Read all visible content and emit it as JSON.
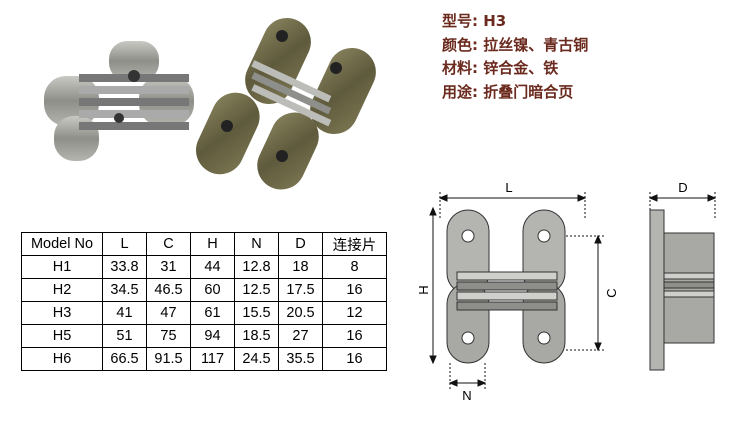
{
  "specs": {
    "model": "型号: H3",
    "color": "颜色: 拉丝镍、青古铜",
    "material": "材料: 锌合金、铁",
    "usage": "用途: 折叠门暗合页"
  },
  "table": {
    "headers": [
      "Model No",
      "L",
      "C",
      "H",
      "N",
      "D",
      "连接片"
    ],
    "rows": [
      [
        "H1",
        "33.8",
        "31",
        "44",
        "12.8",
        "18",
        "8"
      ],
      [
        "H2",
        "34.5",
        "46.5",
        "60",
        "12.5",
        "17.5",
        "16"
      ],
      [
        "H3",
        "41",
        "47",
        "61",
        "15.5",
        "20.5",
        "12"
      ],
      [
        "H5",
        "51",
        "75",
        "94",
        "18.5",
        "27",
        "16"
      ],
      [
        "H6",
        "66.5",
        "91.5",
        "117",
        "24.5",
        "35.5",
        "16"
      ]
    ]
  },
  "drawing": {
    "label_L": "L",
    "label_H": "H",
    "label_C": "C",
    "label_N": "N",
    "label_D": "D"
  },
  "colors": {
    "spec_text": "#6b2a1e",
    "nickel": "#9a9a95",
    "bronze": "#6e6a47"
  }
}
